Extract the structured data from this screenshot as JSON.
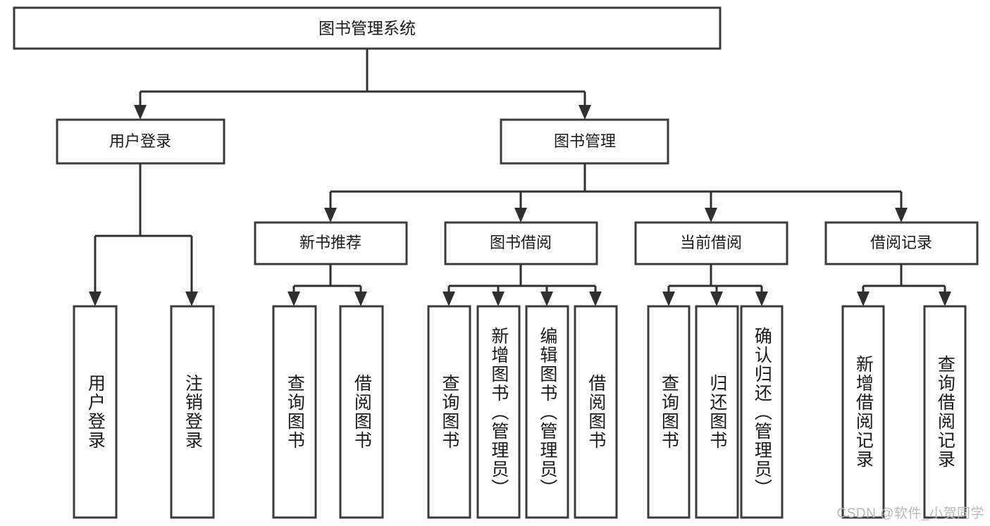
{
  "diagram": {
    "type": "hierarchy-tree",
    "title": "图书管理系统",
    "root": {
      "label": "图书管理系统",
      "children": [
        {
          "label": "用户登录",
          "children": [
            {
              "label": "用户登录"
            },
            {
              "label": "注销登录"
            }
          ]
        },
        {
          "label": "图书管理",
          "children": [
            {
              "label": "新书推荐",
              "children": [
                {
                  "label": "查询图书"
                },
                {
                  "label": "借阅图书"
                }
              ]
            },
            {
              "label": "图书借阅",
              "children": [
                {
                  "label": "查询图书"
                },
                {
                  "label": "新增图书（管理员）"
                },
                {
                  "label": "编辑图书（管理员）"
                },
                {
                  "label": "借阅图书"
                }
              ]
            },
            {
              "label": "当前借阅",
              "children": [
                {
                  "label": "查询图书"
                },
                {
                  "label": "归还图书"
                },
                {
                  "label": "确认归还（管理员）"
                }
              ]
            },
            {
              "label": "借阅记录",
              "children": [
                {
                  "label": "新增借阅记录"
                },
                {
                  "label": "查询借阅记录"
                }
              ]
            }
          ]
        }
      ]
    }
  },
  "nodes": {
    "root_title": "图书管理系统",
    "level2": {
      "user_login": "用户登录",
      "book_manage": "图书管理"
    },
    "level3": {
      "new_book_recommend": "新书推荐",
      "book_borrow": "图书借阅",
      "current_borrow": "当前借阅",
      "borrow_record": "借阅记录"
    },
    "leaves": {
      "user_login_1": "用户登录",
      "user_login_2": "注销登录",
      "recommend_1": "查询图书",
      "recommend_2": "借阅图书",
      "borrow_1": "查询图书",
      "borrow_2": "新增图书（管理员）",
      "borrow_3": "编辑图书（管理员）",
      "borrow_4": "借阅图书",
      "current_1": "查询图书",
      "current_2": "归还图书",
      "current_3": "确认归还（管理员）",
      "record_1": "新增借阅记录",
      "record_2": "查询借阅记录"
    }
  },
  "watermark": {
    "text": "CSDN @软件_小贺同学"
  },
  "colors": {
    "box_stroke": "#3b3b3b",
    "connector": "#2f2f2f",
    "text": "#1a1a1a",
    "background": "#ffffff",
    "watermark": "#b8b8b8"
  }
}
